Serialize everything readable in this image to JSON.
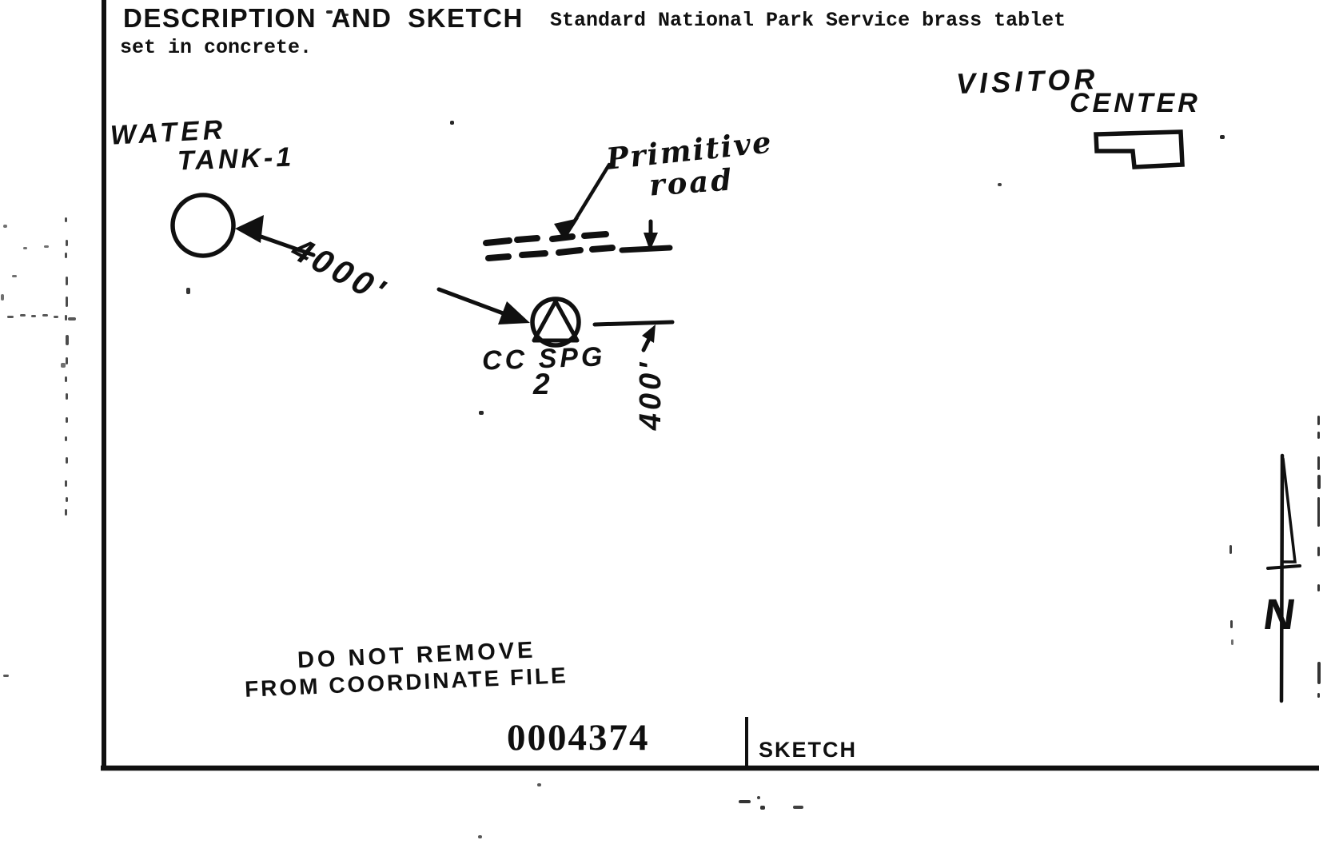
{
  "document": {
    "header": {
      "title": "DESCRIPTION AND SKETCH",
      "description_line1": "Standard National Park Service brass tablet",
      "description_line2": "set in concrete."
    },
    "sketch": {
      "visitor_center_label_line1": "VISITOR",
      "visitor_center_label_line2": "CENTER",
      "water_tank_label_line1": "WATER",
      "water_tank_label_line2": "TANK-1",
      "tank_distance": "4000'",
      "road_label_line1": "Primitive",
      "road_label_line2": "road",
      "station_name": "CC SPG",
      "station_number": "2",
      "road_distance": "400'",
      "north_arrow_label": "N"
    },
    "stamp": {
      "line1": "DO NOT REMOVE",
      "line2": "FROM COORDINATE FILE"
    },
    "footer": {
      "file_number": "0004374",
      "section_label": "SKETCH"
    },
    "colors": {
      "ink": "#101010",
      "paper": "#ffffff"
    }
  }
}
